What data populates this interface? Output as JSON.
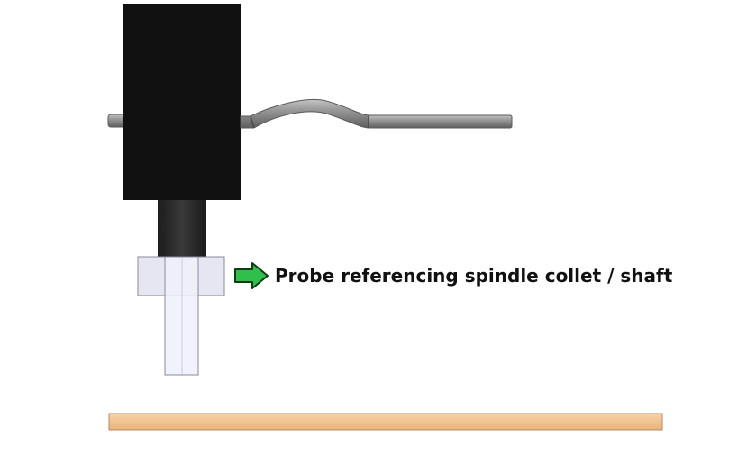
{
  "callout": {
    "label": "Probe referencing spindle collet / shaft"
  },
  "components": {
    "spindle_body": "spindle-body",
    "spindle_shaft": "spindle-shaft",
    "collet_ring": "collet-ring",
    "probe_tip": "probe-tip",
    "probe_arm": "probe-arm",
    "workpiece_plate": "workpiece-plate",
    "arrow_icon": "arrow-right-icon"
  },
  "colors": {
    "spindle_body": "#111111",
    "spindle_shaft": "#2b2b2b",
    "collet_ring": "#e6e6f2",
    "probe_tip": "#eef0fa",
    "arm": "#8e8e8e",
    "plate": "#f2c28d",
    "plate_edge": "#b88a5c",
    "arrow_fill": "#2fbf4a",
    "arrow_stroke": "#0c3d15"
  }
}
